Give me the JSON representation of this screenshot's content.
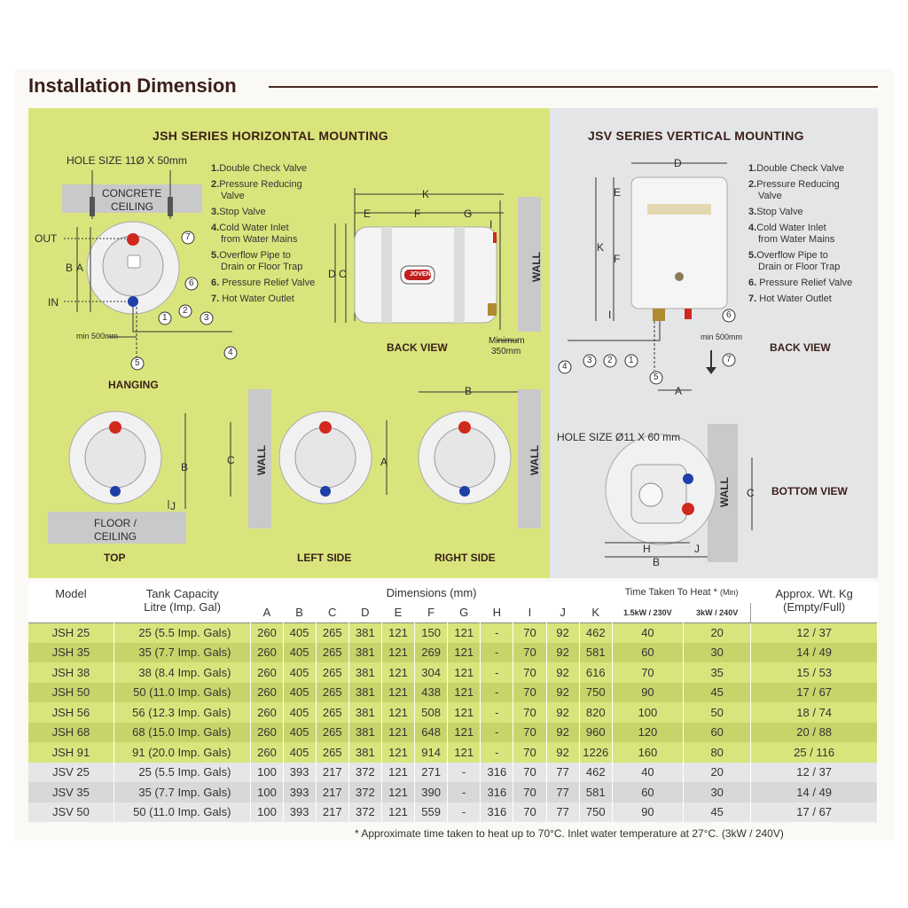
{
  "title": "Installation Dimension",
  "jsh": {
    "header": "JSH SERIES HORIZONTAL MOUNTING",
    "hole_size": "HOLE SIZE 11Ø X 50mm",
    "concrete": "CONCRETE",
    "ceiling": "CEILING",
    "out": "OUT",
    "in": "IN",
    "min500": "min 500mm",
    "hanging": "HANGING",
    "back_view": "BACK VIEW",
    "minimum": "Minimum",
    "min350": "350mm",
    "wall": "WALL",
    "floor": "FLOOR /",
    "floor_ceiling": "CEILING",
    "top": "TOP",
    "left_side": "LEFT SIDE",
    "right_side": "RIGHT SIDE",
    "brand": "JOVEN"
  },
  "jsv": {
    "header": "JSV SERIES VERTICAL MOUNTING",
    "min500": "min 500mm",
    "back_view": "BACK VIEW",
    "hole_size": "HOLE SIZE Ø11 X 60 mm",
    "bottom_view": "BOTTOM VIEW",
    "wall": "WALL"
  },
  "legend": [
    {
      "n": "1.",
      "text": "Double Check Valve"
    },
    {
      "n": "2.",
      "text": "Pressure Reducing",
      "text2": "Valve"
    },
    {
      "n": "3.",
      "text": "Stop Valve"
    },
    {
      "n": "4.",
      "text": "Cold Water Inlet",
      "text2": "from Water Mains"
    },
    {
      "n": "5.",
      "text": "Overflow Pipe to",
      "text2": "Drain or Floor Trap"
    },
    {
      "n": "6.",
      "text": "Pressure Relief Valve"
    },
    {
      "n": "7.",
      "text": "Hot Water Outlet"
    }
  ],
  "dim_letters": {
    "a": "A",
    "b": "B",
    "c": "C",
    "d": "D",
    "e": "E",
    "f": "F",
    "g": "G",
    "h": "H",
    "i": "I",
    "j": "J",
    "k": "K"
  },
  "circle_nums": [
    "1",
    "2",
    "3",
    "4",
    "5",
    "6",
    "7"
  ],
  "table": {
    "h_model": "Model",
    "h_tank1": "Tank Capacity",
    "h_tank2": "Litre (Imp. Gal)",
    "h_dims": "Dimensions (mm)",
    "h_time": "Time Taken To Heat *",
    "h_time_min": "(Min)",
    "h_wt1": "Approx. Wt. Kg",
    "h_wt2": "(Empty/Full)",
    "h_15kw": "1.5kW / 230V",
    "h_3kw": "3kW / 240V",
    "dim_cols": [
      "A",
      "B",
      "C",
      "D",
      "E",
      "F",
      "G",
      "H",
      "I",
      "J",
      "K"
    ],
    "rows": [
      [
        "JSH 25",
        "25 (5.5 Imp. Gals)",
        "260",
        "405",
        "265",
        "381",
        "121",
        "150",
        "121",
        "-",
        "70",
        "92",
        "462",
        "40",
        "20",
        "12 / 37"
      ],
      [
        "JSH 35",
        "35 (7.7 Imp. Gals)",
        "260",
        "405",
        "265",
        "381",
        "121",
        "269",
        "121",
        "-",
        "70",
        "92",
        "581",
        "60",
        "30",
        "14 / 49"
      ],
      [
        "JSH 38",
        "38 (8.4 Imp. Gals)",
        "260",
        "405",
        "265",
        "381",
        "121",
        "304",
        "121",
        "-",
        "70",
        "92",
        "616",
        "70",
        "35",
        "15 / 53"
      ],
      [
        "JSH 50",
        "50 (11.0 Imp. Gals)",
        "260",
        "405",
        "265",
        "381",
        "121",
        "438",
        "121",
        "-",
        "70",
        "92",
        "750",
        "90",
        "45",
        "17 / 67"
      ],
      [
        "JSH 56",
        "56 (12.3 Imp. Gals)",
        "260",
        "405",
        "265",
        "381",
        "121",
        "508",
        "121",
        "-",
        "70",
        "92",
        "820",
        "100",
        "50",
        "18 / 74"
      ],
      [
        "JSH 68",
        "68 (15.0 Imp. Gals)",
        "260",
        "405",
        "265",
        "381",
        "121",
        "648",
        "121",
        "-",
        "70",
        "92",
        "960",
        "120",
        "60",
        "20 / 88"
      ],
      [
        "JSH 91",
        "91 (20.0 Imp. Gals)",
        "260",
        "405",
        "265",
        "381",
        "121",
        "914",
        "121",
        "-",
        "70",
        "92",
        "1226",
        "160",
        "80",
        "25 / 116"
      ],
      [
        "JSV 25",
        "25 (5.5 Imp. Gals)",
        "100",
        "393",
        "217",
        "372",
        "121",
        "271",
        "-",
        "316",
        "70",
        "77",
        "462",
        "40",
        "20",
        "12 / 37"
      ],
      [
        "JSV 35",
        "35 (7.7 Imp. Gals)",
        "100",
        "393",
        "217",
        "372",
        "121",
        "390",
        "-",
        "316",
        "70",
        "77",
        "581",
        "60",
        "30",
        "14 / 49"
      ],
      [
        "JSV 50",
        "50 (11.0 Imp. Gals)",
        "100",
        "393",
        "217",
        "372",
        "121",
        "559",
        "-",
        "316",
        "70",
        "77",
        "750",
        "90",
        "45",
        "17 / 67"
      ]
    ]
  },
  "footnote": "* Approximate time taken to heat up to 70°C. Inlet water temperature at 27°C. (3kW / 240V)"
}
